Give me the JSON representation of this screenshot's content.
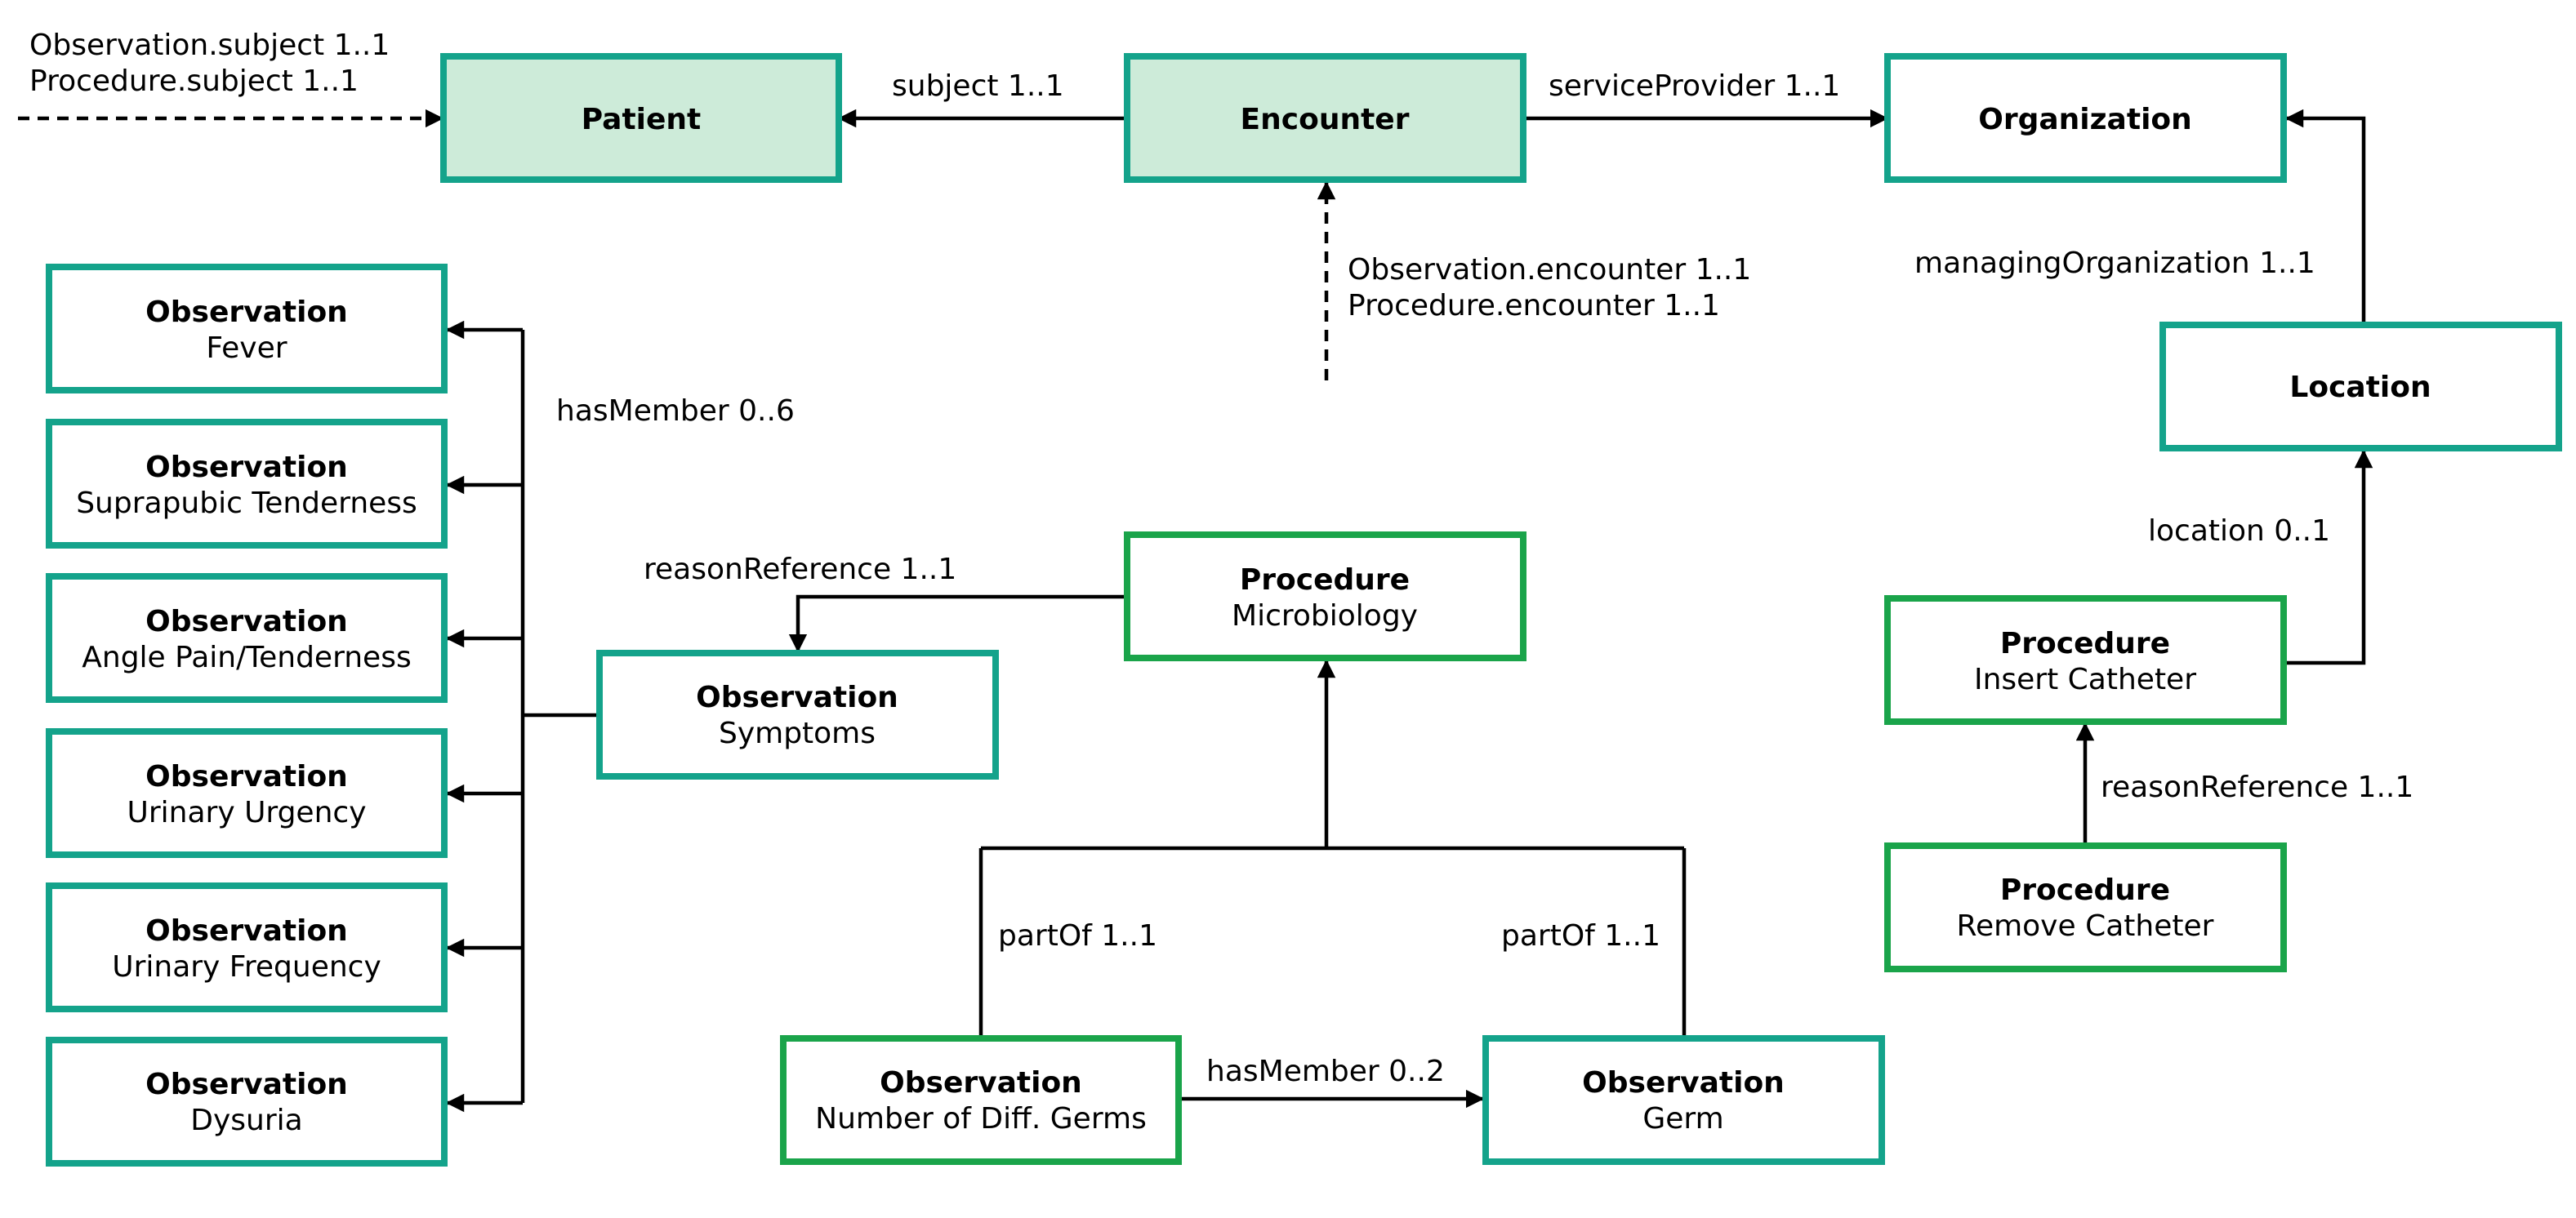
{
  "colors": {
    "teal_border": "#14a38b",
    "green_border": "#1aa44a",
    "highlight_fill": "#cdebd9"
  },
  "nodes": {
    "patient": {
      "title": "Patient"
    },
    "encounter": {
      "title": "Encounter"
    },
    "organization": {
      "title": "Organization"
    },
    "location": {
      "title": "Location"
    },
    "obs_fever": {
      "title": "Observation",
      "sub": "Fever"
    },
    "obs_suprapubic": {
      "title": "Observation",
      "sub": "Suprapubic Tenderness"
    },
    "obs_angle": {
      "title": "Observation",
      "sub": "Angle Pain/Tenderness"
    },
    "obs_urgency": {
      "title": "Observation",
      "sub": "Urinary Urgency"
    },
    "obs_frequency": {
      "title": "Observation",
      "sub": "Urinary Frequency"
    },
    "obs_dysuria": {
      "title": "Observation",
      "sub": "Dysuria"
    },
    "obs_symptoms": {
      "title": "Observation",
      "sub": "Symptoms"
    },
    "proc_micro": {
      "title": "Procedure",
      "sub": "Microbiology"
    },
    "obs_num_germs": {
      "title": "Observation",
      "sub": "Number of Diff. Germs"
    },
    "obs_germ": {
      "title": "Observation",
      "sub": "Germ"
    },
    "proc_insert": {
      "title": "Procedure",
      "sub": "Insert Catheter"
    },
    "proc_remove": {
      "title": "Procedure",
      "sub": "Remove Catheter"
    }
  },
  "edges": {
    "obs_proc_subject_1": "Observation.subject 1..1",
    "obs_proc_subject_2": "Procedure.subject 1..1",
    "subject": "subject 1..1",
    "service_provider": "serviceProvider 1..1",
    "obs_proc_encounter_1": "Observation.encounter 1..1",
    "obs_proc_encounter_2": "Procedure.encounter 1..1",
    "managing_org": "managingOrganization 1..1",
    "has_member_symptoms": "hasMember 0..6",
    "reason_ref_micro": "reasonReference 1..1",
    "location": "location 0..1",
    "reason_ref_catheter": "reasonReference 1..1",
    "part_of_left": "partOf 1..1",
    "part_of_right": "partOf 1..1",
    "has_member_germs": "hasMember 0..2"
  }
}
